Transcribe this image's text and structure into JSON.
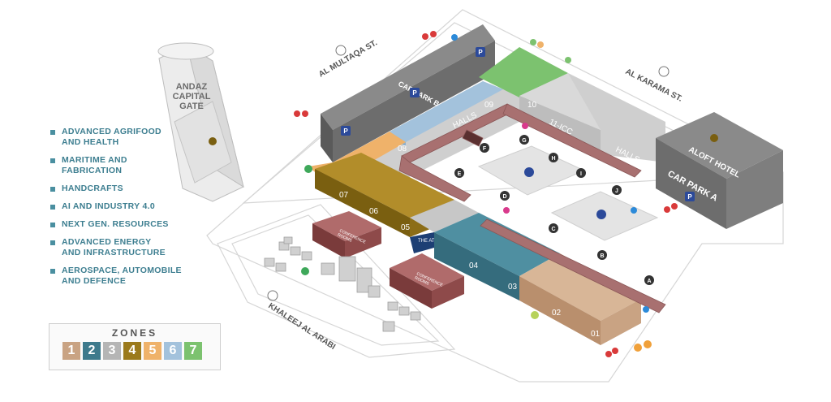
{
  "streets": {
    "al_multaqa": "AL MULTAQA ST.",
    "al_karama": "AL KARAMA ST.",
    "khaleej": "KHALEEJ AL ARABI"
  },
  "buildings": {
    "andaz": "ANDAZ\nCAPITAL\nGATE",
    "aloft": "ALOFT HOTEL",
    "car_park_a": "CAR PARK A",
    "car_park_b": "CAR PARK B",
    "halls": "HALLS",
    "halls_right": "HALLS",
    "icc": "11-ICC",
    "the_atrium": "THE ATRIUM",
    "conference_a": "CONFERENCE\nROOMS",
    "conference_b": "CONFERENCE\nROOMS"
  },
  "halls": [
    "01",
    "02",
    "03",
    "04",
    "05",
    "06",
    "07",
    "08",
    "09",
    "10"
  ],
  "concourses": [
    "A",
    "B",
    "C",
    "D",
    "E",
    "F",
    "G",
    "H",
    "I",
    "J"
  ],
  "legend": [
    {
      "label": "ADVANCED AGRIFOOD\nAND HEALTH"
    },
    {
      "label": "MARITIME AND\nFABRICATION"
    },
    {
      "label": "HANDCRAFTS"
    },
    {
      "label": "AI AND INDUSTRY 4.0"
    },
    {
      "label": "NEXT GEN. RESOURCES"
    },
    {
      "label": "ADVANCED ENERGY\nAND INFRASTRUCTURE"
    },
    {
      "label": "AEROSPACE, AUTOMOBILE\nAND DEFENCE"
    }
  ],
  "zones": {
    "title": "ZONES",
    "items": [
      {
        "num": "1",
        "color": "#c9a383"
      },
      {
        "num": "2",
        "color": "#3e7a8c"
      },
      {
        "num": "3",
        "color": "#b5b5b5"
      },
      {
        "num": "4",
        "color": "#9b7a1c"
      },
      {
        "num": "5",
        "color": "#efb26a"
      },
      {
        "num": "6",
        "color": "#a3c2dc"
      },
      {
        "num": "7",
        "color": "#7cc26f"
      }
    ]
  },
  "parking_label": "P",
  "colors": {
    "zone1": "#c9a383",
    "zone2": "#3e7a8c",
    "zone3": "#b5b5b5",
    "zone4": "#9b7a1c",
    "zone5": "#efb26a",
    "zone6": "#a3c2dc",
    "zone7": "#7cc26f",
    "concourse": "#a87070",
    "dark": "#6b3e3e",
    "atrium": "#1d3f74",
    "carpark": "#6a6a6a"
  }
}
